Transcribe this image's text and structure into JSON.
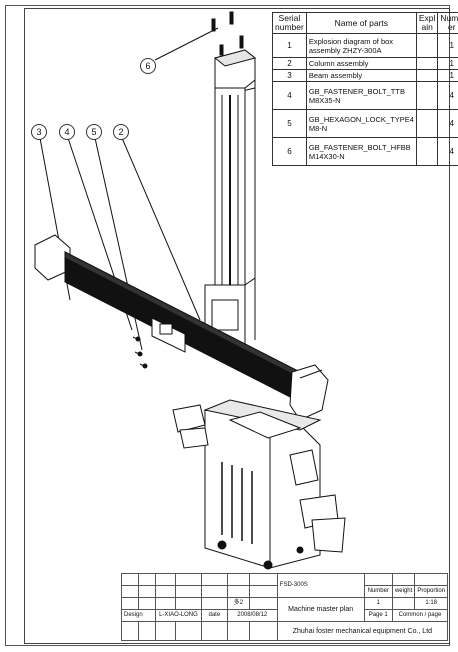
{
  "parts_table": {
    "headers": {
      "serial": "Serial number",
      "name": "Name of parts",
      "explain": "Expl ain",
      "number": "Numb er"
    },
    "rows": [
      {
        "serial": "1",
        "name": "Explosion diagram of box assembly ZHZY-300A",
        "explain": "",
        "number": "1"
      },
      {
        "serial": "2",
        "name": "Column assembly",
        "explain": "",
        "number": "1"
      },
      {
        "serial": "3",
        "name": "Beam assembly",
        "explain": "",
        "number": "1"
      },
      {
        "serial": "4",
        "name": "GB_FASTENER_BOLT_TTB M8X35-N",
        "explain": "",
        "number": "4"
      },
      {
        "serial": "5",
        "name": "GB_HEXAGON_LOCK_TYPE4 M8-N",
        "explain": "",
        "number": "4"
      },
      {
        "serial": "6",
        "name": "GB_FASTENER_BOLT_HFBB M14X30-N",
        "explain": "",
        "number": "4"
      }
    ]
  },
  "callouts": [
    "6",
    "3",
    "4",
    "5",
    "2"
  ],
  "title_block": {
    "drawing_no": "FSD-300S",
    "col_number": "Number",
    "col_weight": "weight",
    "col_proportion": "Proportion",
    "small_mark": "多2",
    "design_label": "Design",
    "designer": "L-XIAO-LONG",
    "date_label": "date",
    "date": "2008/08/12",
    "title": "Machine master plan",
    "number_value": "1",
    "proportion_value": "1:18",
    "page": "Page 1",
    "page_total": "Common / page",
    "company": "Zhuhai foster mechanical equipment Co., Ltd"
  }
}
